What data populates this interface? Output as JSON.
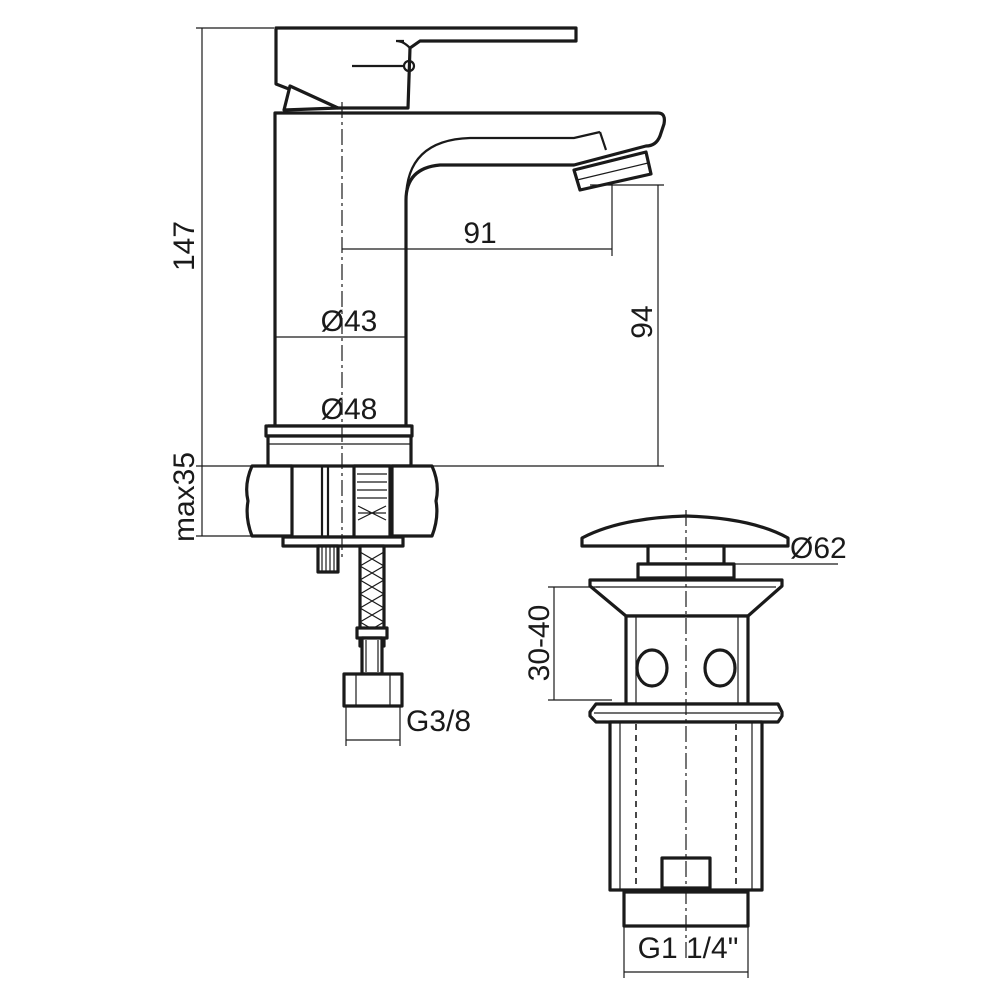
{
  "faucet": {
    "dim_height_total": "147",
    "dim_spout_reach": "91",
    "dim_spout_height": "94",
    "dim_body_dia": "Ø43",
    "dim_base_dia": "Ø48",
    "dim_max_thickness": "max35",
    "dim_hose_thread": "G3/8"
  },
  "waste": {
    "dim_cap_dia": "Ø62",
    "dim_range": "30-40",
    "dim_thread": "G1 1/4\""
  },
  "colors": {
    "line": "#1a1a1a",
    "background": "#ffffff"
  }
}
